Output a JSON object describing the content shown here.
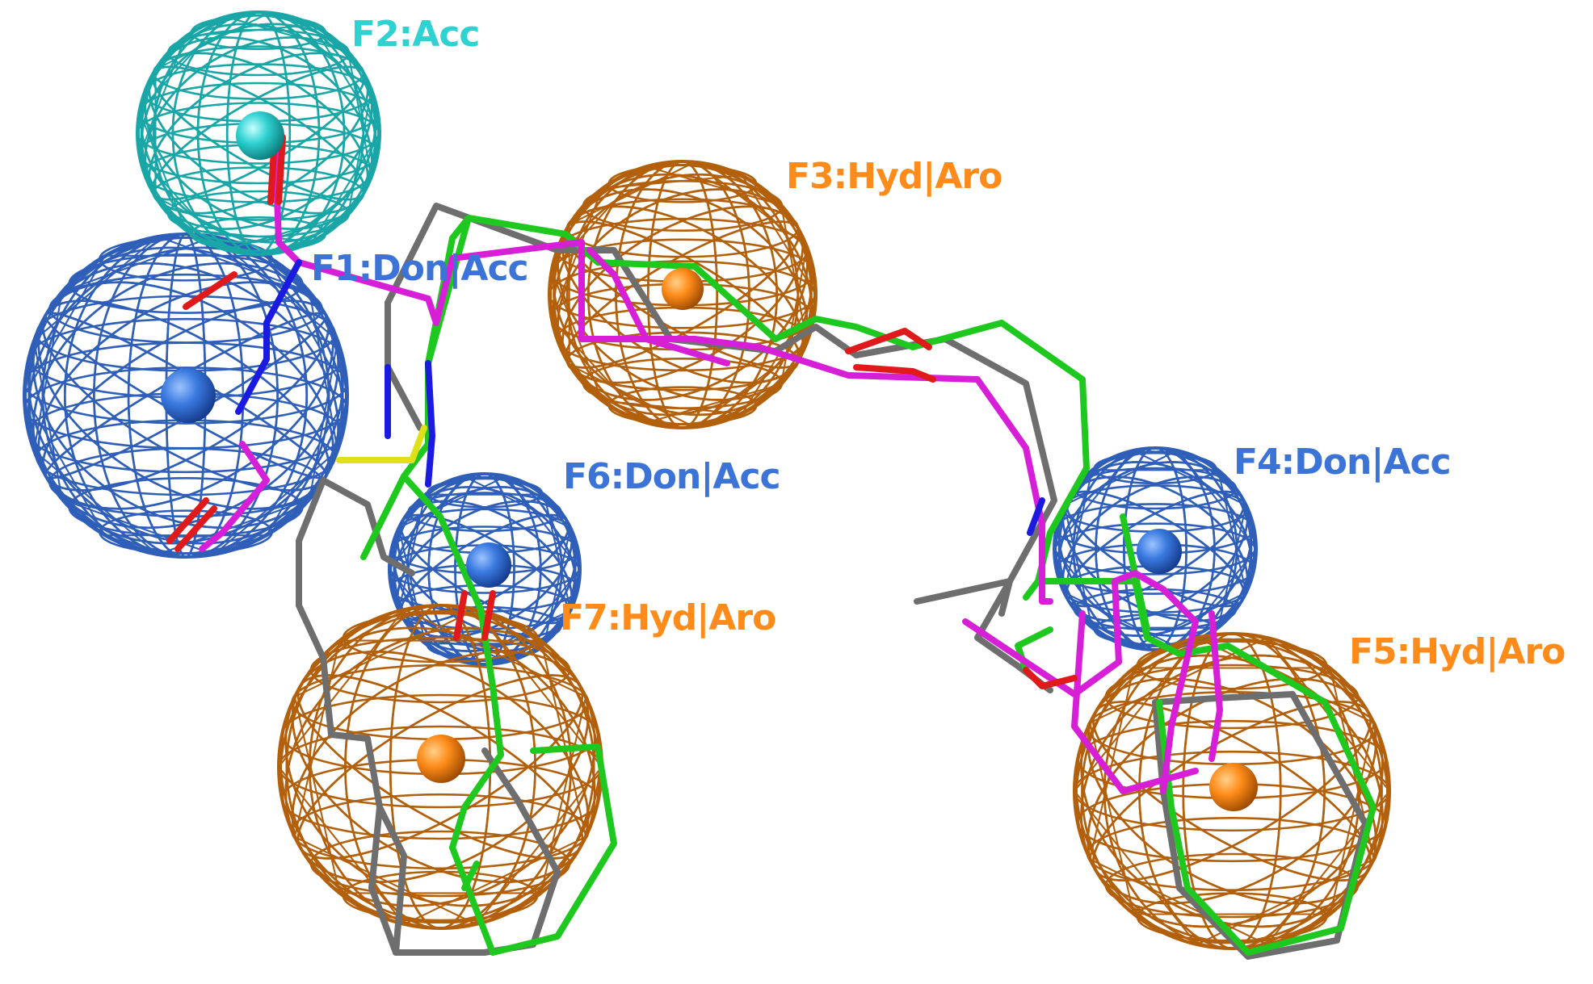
{
  "colors": {
    "acceptor": "#2fd1d1",
    "donor_acceptor": "#3b74d6",
    "hydrophobic_aromatic": "#ff8c1a",
    "mesh_donor": "#2f5fb8",
    "mesh_hyd": "#c06a10",
    "mesh_acc": "#1aa6a6",
    "ligand_grey": "#6e6e6e",
    "ligand_green": "#1fc81f",
    "ligand_magenta": "#d81fd8",
    "atom_N": "#1a1ae0",
    "atom_O": "#e01a1a",
    "atom_S": "#e0e01a"
  },
  "features": [
    {
      "id": "F1",
      "label": "F1:Don|Acc",
      "type": "donor_acceptor"
    },
    {
      "id": "F2",
      "label": "F2:Acc",
      "type": "acceptor"
    },
    {
      "id": "F3",
      "label": "F3:Hyd|Aro",
      "type": "hydrophobic_aromatic"
    },
    {
      "id": "F4",
      "label": "F4:Don|Acc",
      "type": "donor_acceptor"
    },
    {
      "id": "F5",
      "label": "F5:Hyd|Aro",
      "type": "hydrophobic_aromatic"
    },
    {
      "id": "F6",
      "label": "F6:Don|Acc",
      "type": "donor_acceptor"
    },
    {
      "id": "F7",
      "label": "F7:Hyd|Aro",
      "type": "hydrophobic_aromatic"
    }
  ]
}
